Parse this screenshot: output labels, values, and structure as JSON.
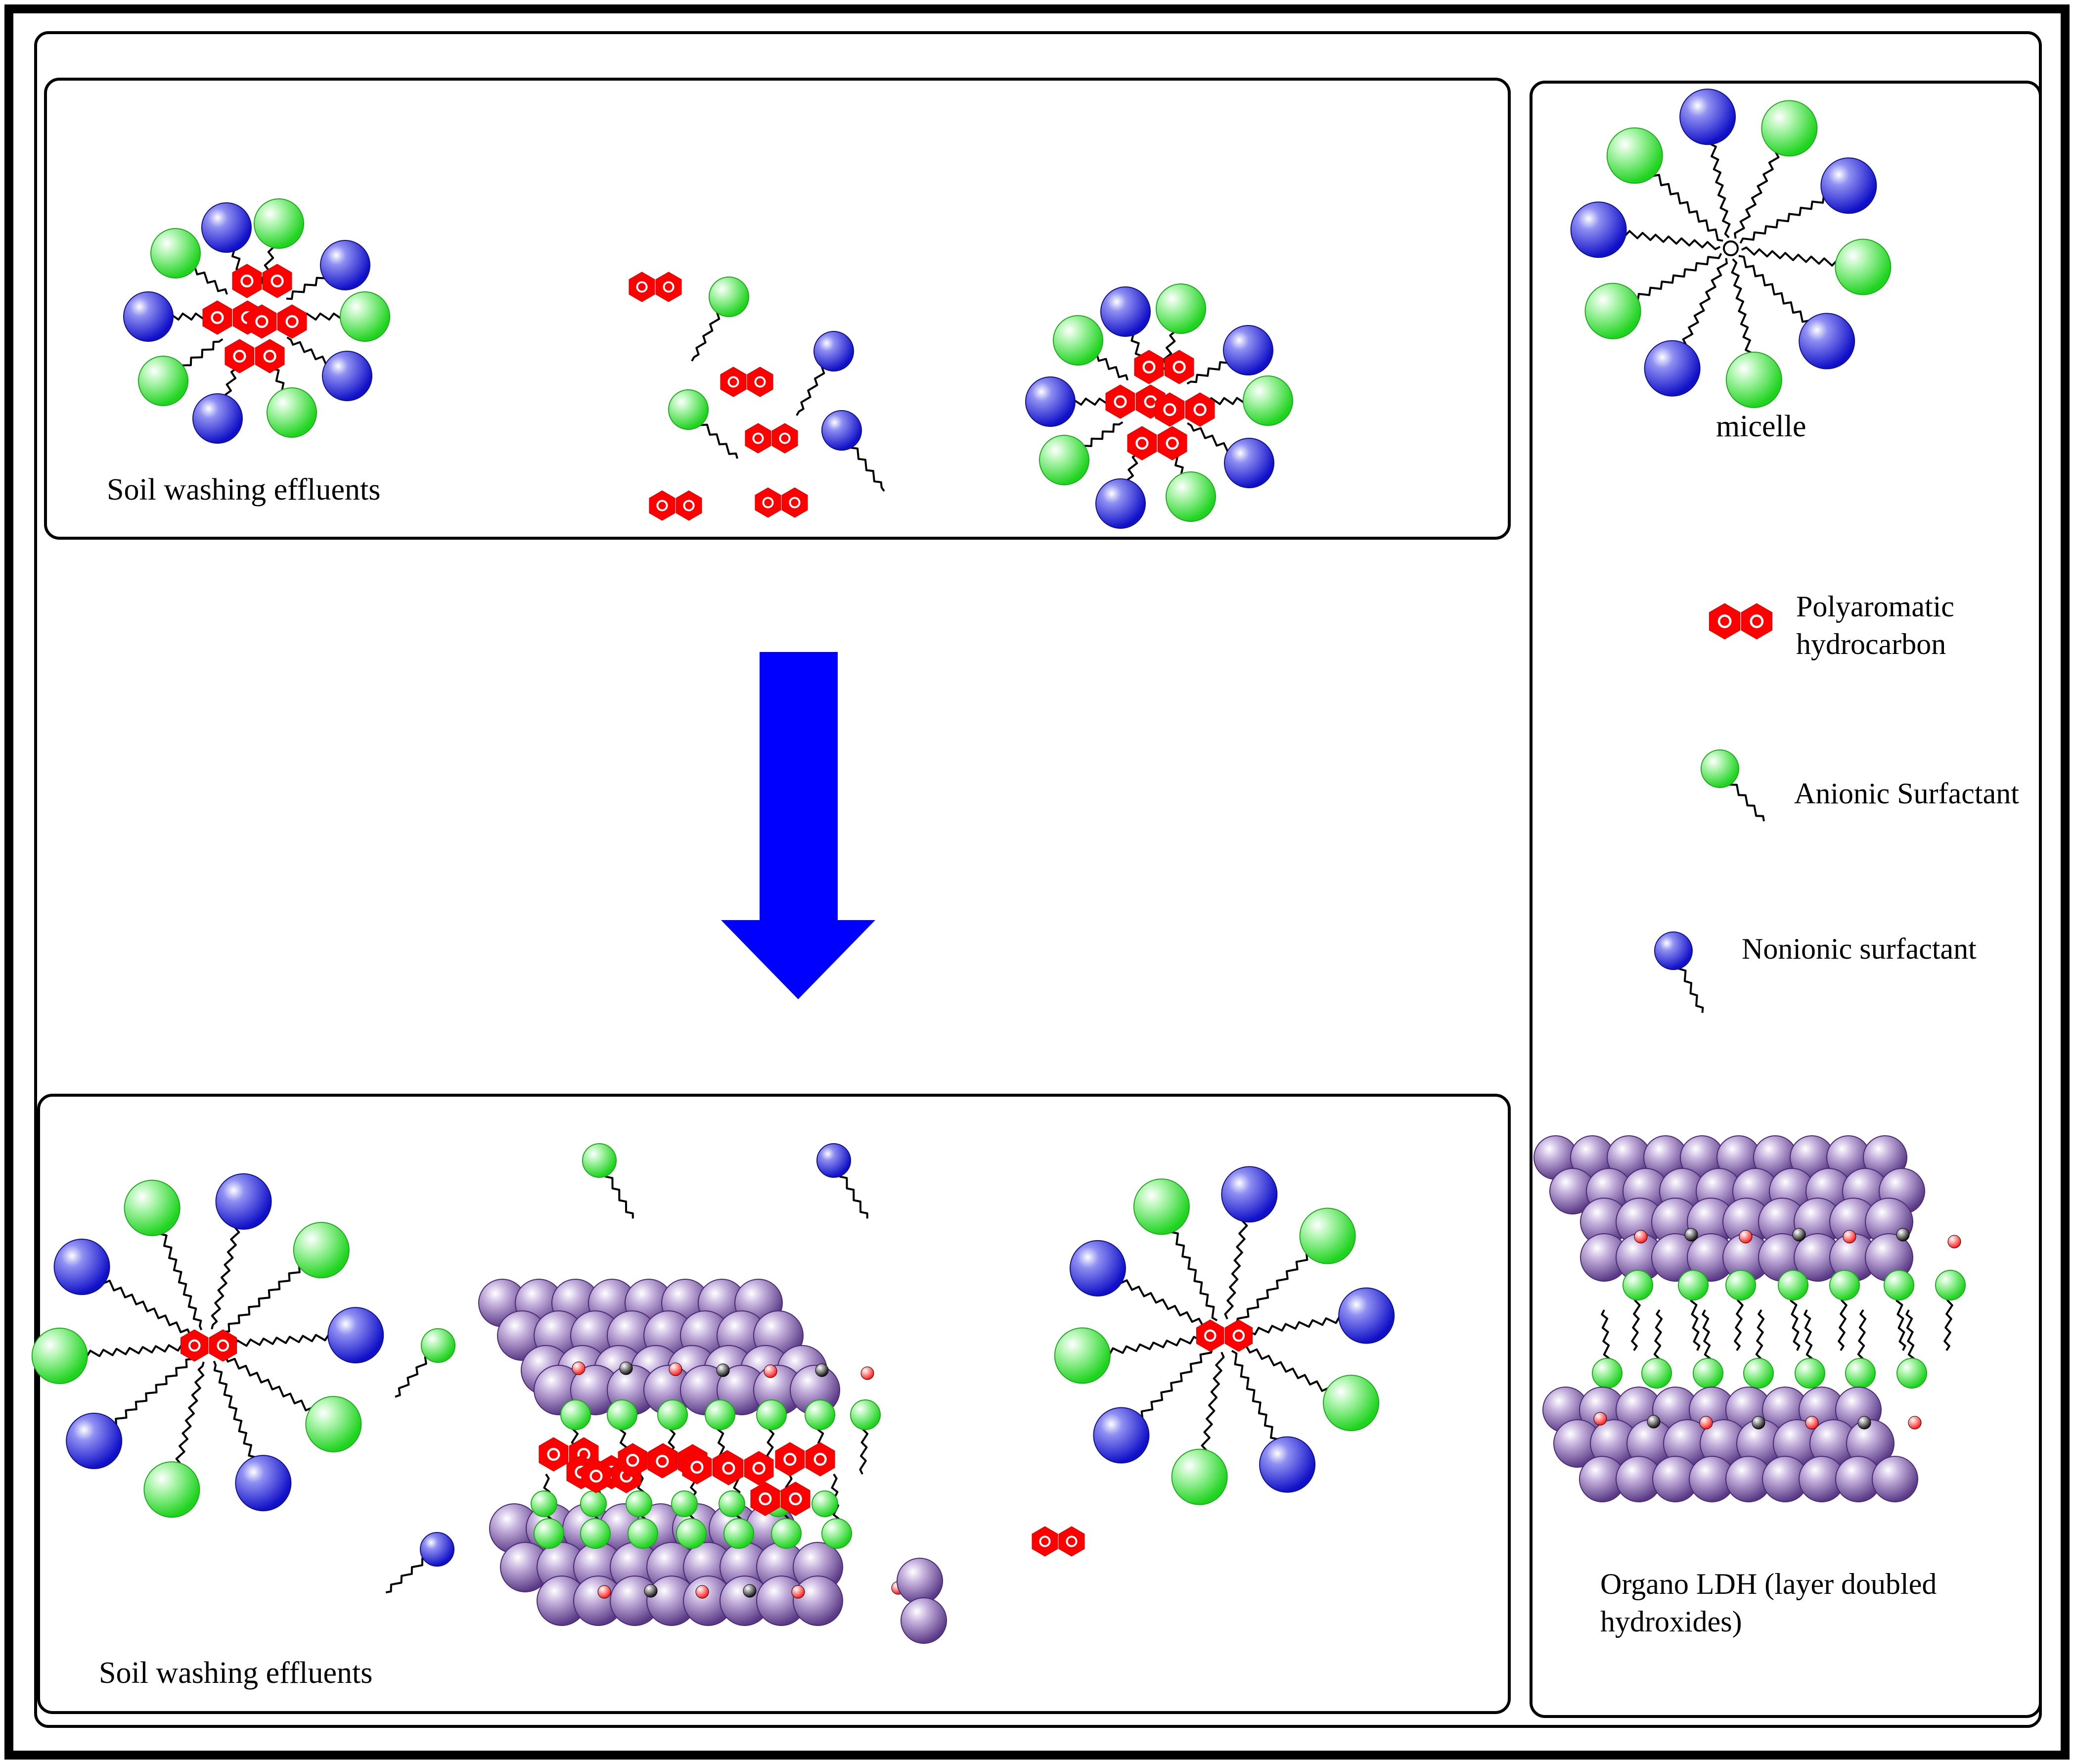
{
  "top_panel": {
    "label": "Soil washing effluents"
  },
  "bottom_panel": {
    "label": "Soil washing effluents"
  },
  "legend": {
    "micelle": "micelle",
    "pah_line1": "Polyaromatic",
    "pah_line2": "hydrocarbon",
    "anionic": "Anionic Surfactant",
    "nonionic": "Nonionic surfactant",
    "ldh_line1": "Organo LDH (layer doubled",
    "ldh_line2": "hydroxides)"
  },
  "colors": {
    "anionic_head": "#33e033",
    "nonionic_head": "#1c1cd6",
    "pah": "#ff0000",
    "arrow": "#0000ff",
    "ldh_sphere": "#7b5aa6",
    "frame": "#000000"
  },
  "icons": [
    "micelle-icon",
    "pah-icon",
    "anionic-surfactant-icon",
    "nonionic-surfactant-icon",
    "ldh-layer-icon",
    "process-arrow-icon"
  ]
}
